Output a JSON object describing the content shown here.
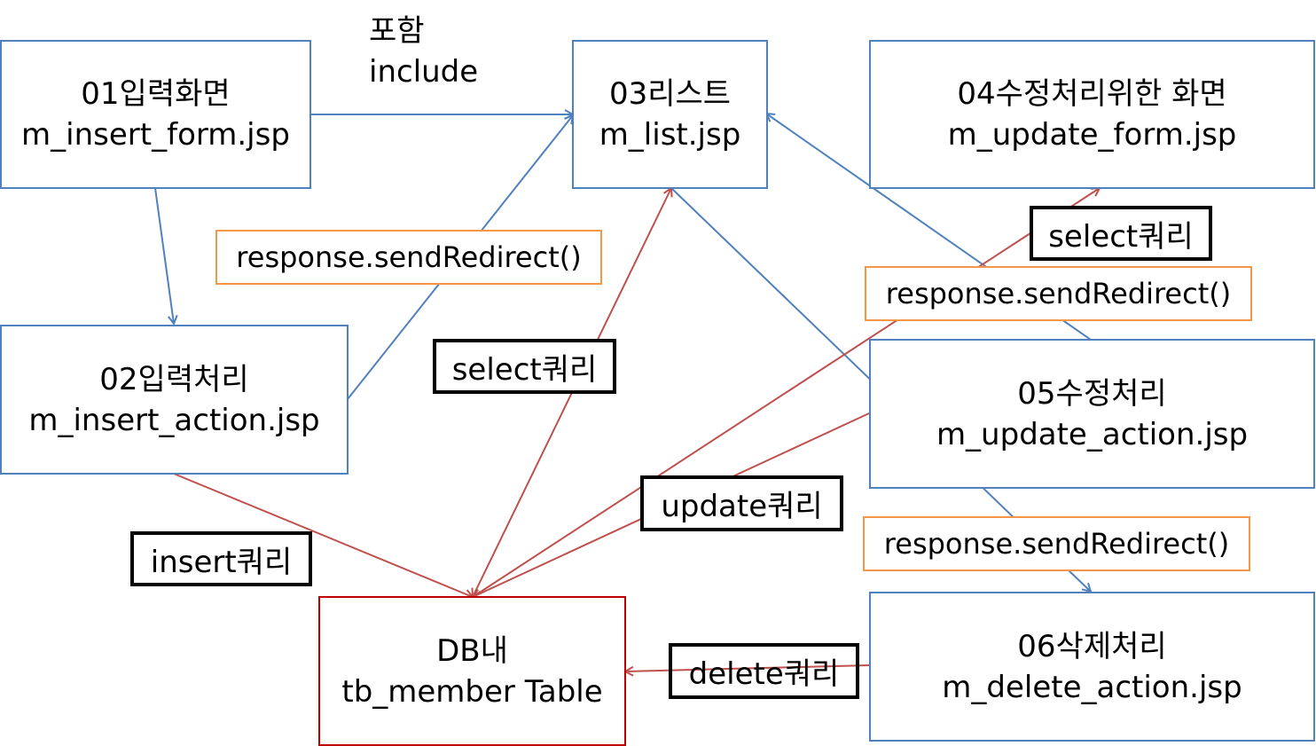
{
  "nodes": {
    "insert_form": {
      "title": "01입력화면",
      "file": "m_insert_form.jsp"
    },
    "list": {
      "title": "03리스트",
      "file": "m_list.jsp"
    },
    "update_form": {
      "title": "04수정처리위한 화면",
      "file": "m_update_form.jsp"
    },
    "insert_action": {
      "title": "02입력처리",
      "file": "m_insert_action.jsp"
    },
    "update_action": {
      "title": "05수정처리",
      "file": "m_update_action.jsp"
    },
    "db_table": {
      "title": "DB내",
      "file": "tb_member Table"
    },
    "delete_action": {
      "title": "06삭제처리",
      "file": "m_delete_action.jsp"
    }
  },
  "edge_labels": {
    "include_ko": "포함",
    "include_en": "include",
    "redirect_insert": "response.sendRedirect()",
    "redirect_update": "response.sendRedirect()",
    "redirect_delete": "response.sendRedirect()",
    "select_list": "select쿼리",
    "select_update": "select쿼리",
    "insert_query": "insert쿼리",
    "update_query": "update쿼리",
    "delete_query": "delete쿼리"
  },
  "colors": {
    "flow_arrow": "#4f81bd",
    "query_arrow": "#c0504d",
    "db_border": "#c00000",
    "redirect_label_border": "#f79646",
    "query_label_border": "#000000"
  }
}
